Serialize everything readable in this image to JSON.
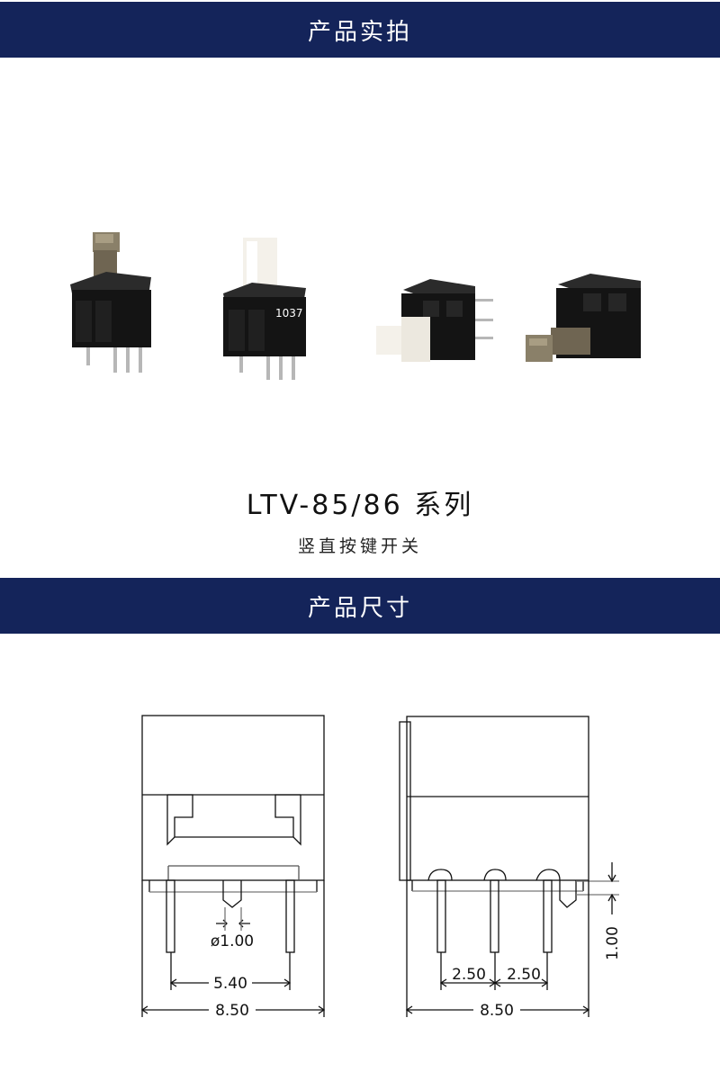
{
  "sections": {
    "photos_title": "产品实拍",
    "dimensions_title": "产品尺寸"
  },
  "product": {
    "series": "LTV-85/86 系列",
    "subtitle": "竖直按键开关",
    "part_marking": "1037"
  },
  "dimensions": {
    "pin_diameter": "ø1.00",
    "pin_span": "5.40",
    "front_width": "8.50",
    "pitch_left": "2.50",
    "pitch_right": "2.50",
    "side_width": "8.50",
    "offset_height": "1.00"
  },
  "colors": {
    "banner": "#14245a",
    "body": "#141414",
    "actuator_dark": "#6f6552",
    "actuator_light": "#f4f1ea"
  }
}
